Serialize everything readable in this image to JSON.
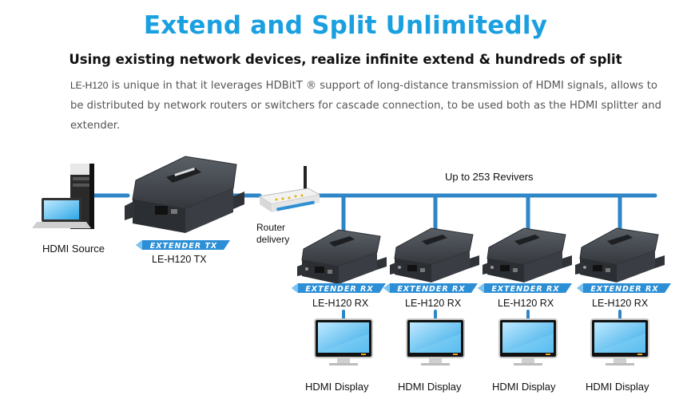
{
  "heading": {
    "title": "Extend and Split Unlimitedly",
    "subtitle": "Using existing network devices, realize infinite extend & hundreds of split",
    "description_model": "LE-H120",
    "description_text": " is unique in that it leverages HDBitT ® support of long-distance transmission of HDMI signals, allows to be distributed by network routers or switchers for cascade connection, to be used both as the HDMI splitter and extender."
  },
  "diagram": {
    "source_label": "HDMI Source",
    "transmitter_model": "LE-H120 TX",
    "transmitter_band": "EXTENDER TX",
    "router_label_line1": "Router",
    "router_label_line2": "delivery",
    "receiver_count_label": "Up to 253 Revivers",
    "receivers": [
      {
        "model": "LE-H120 RX",
        "band": "EXTENDER RX",
        "display": "HDMI Display"
      },
      {
        "model": "LE-H120 RX",
        "band": "EXTENDER RX",
        "display": "HDMI Display"
      },
      {
        "model": "LE-H120 RX",
        "band": "EXTENDER RX",
        "display": "HDMI Display"
      },
      {
        "model": "LE-H120 RX",
        "band": "EXTENDER RX",
        "display": "HDMI Display"
      }
    ]
  },
  "colors": {
    "accent": "#1aa0e0",
    "cable": "#2f86c7",
    "device": "#3b3f45"
  }
}
